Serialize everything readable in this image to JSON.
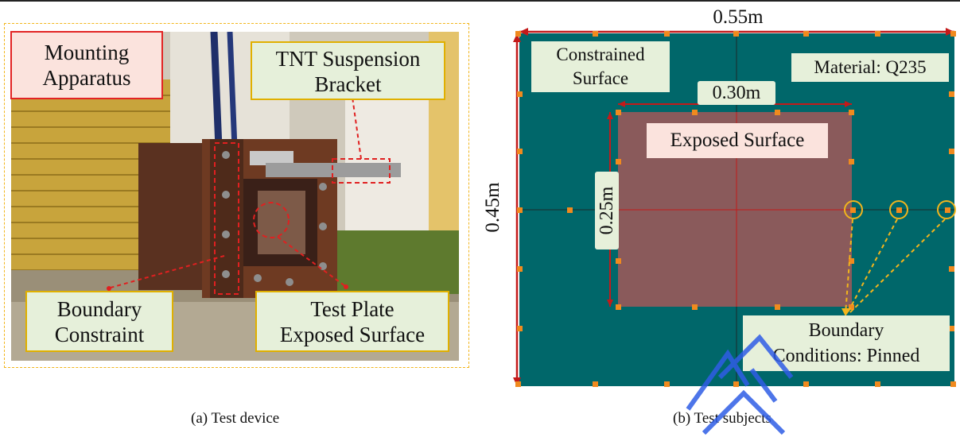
{
  "panel_a": {
    "labels": {
      "mounting_apparatus": "Mounting\nApparatus",
      "tnt_bracket": "TNT Suspension\nBracket",
      "boundary_constraint": "Boundary\nConstraint",
      "test_plate": "Test Plate\nExposed Surface"
    },
    "caption": "(a) Test device"
  },
  "panel_b": {
    "dim_width": "0.55m",
    "dim_height": "0.45m",
    "dim_exposed_width": "0.30m",
    "dim_exposed_height": "0.25m",
    "labels": {
      "constrained_surface": "Constrained\nSurface",
      "material": "Material: Q235",
      "exposed_surface": "Exposed Surface",
      "boundary_conditions": "Boundary\nConditions: Pinned"
    },
    "caption": "(b) Test subjects"
  },
  "colors": {
    "plate": "#00676a",
    "exposed": "#8a5a5b",
    "dimension": "#c31a1a",
    "callout": "#f2b51c"
  }
}
